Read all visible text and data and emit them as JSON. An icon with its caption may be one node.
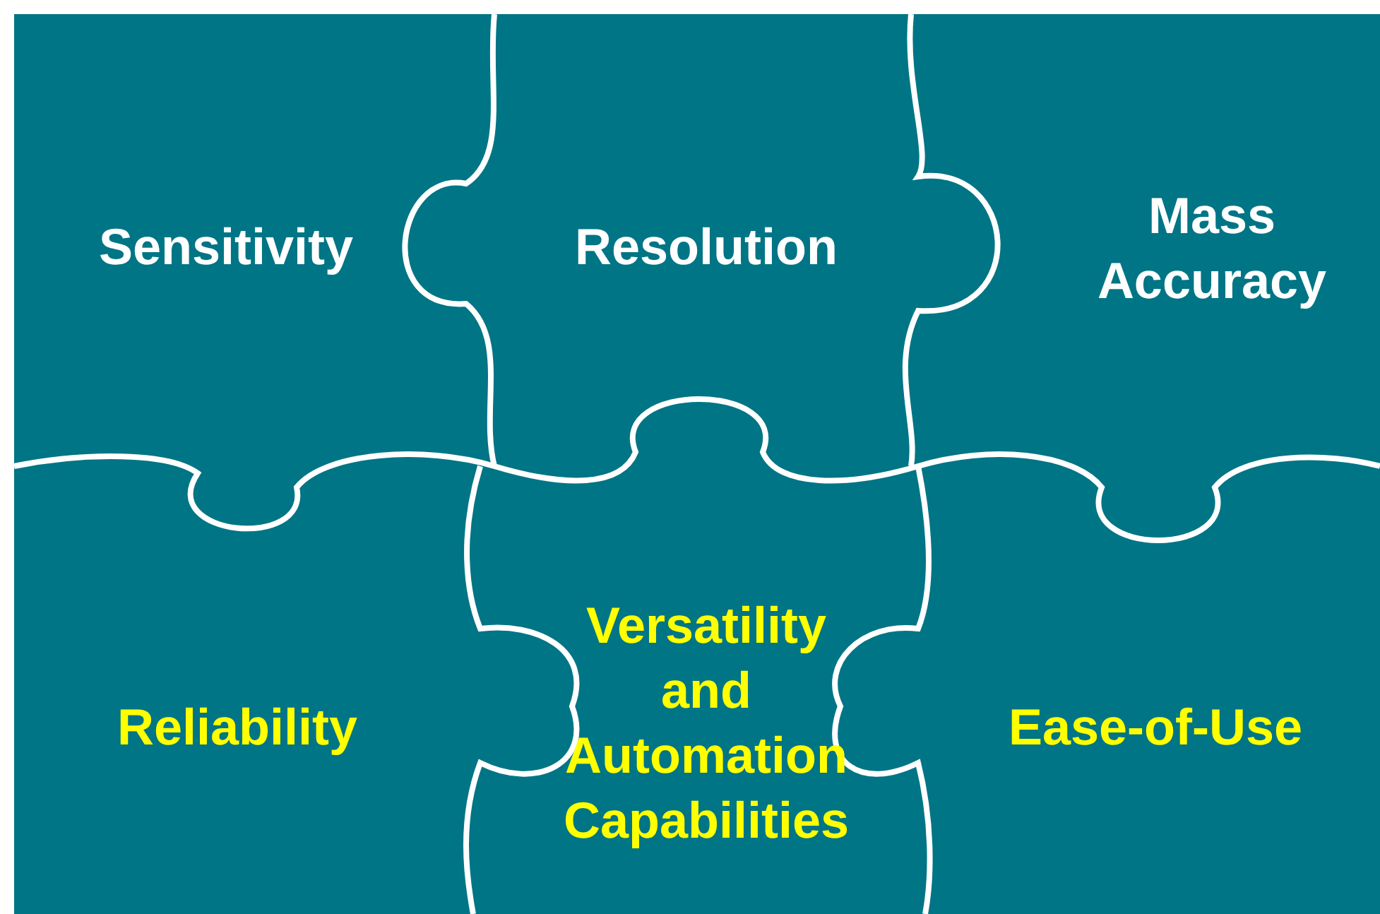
{
  "diagram": {
    "nodes": [
      {
        "text": [
          "Sensitivity"
        ]
      },
      {
        "text": [
          "Resolution"
        ]
      },
      {
        "text": [
          "Mass Accuracy"
        ]
      },
      {
        "text": [
          "Reliability"
        ]
      },
      {
        "text": [
          "Versatility and Automation Capabilities"
        ]
      },
      {
        "text": [
          "Ease-of-Use"
        ]
      }
    ]
  }
}
